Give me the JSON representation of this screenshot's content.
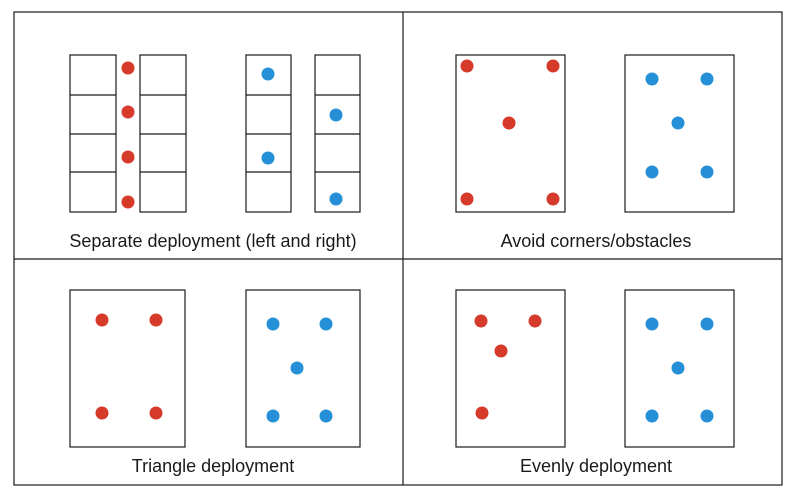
{
  "colors": {
    "bad_dot": "#d63a2a",
    "good_dot": "#2590d8",
    "line": "#1a1a1a",
    "background": "#ffffff"
  },
  "panels": [
    {
      "caption": "Separate deployment (left and right)",
      "bad_dot_count": 4,
      "good_dot_count": 4
    },
    {
      "caption": "Avoid corners/obstacles",
      "bad_dot_count": 5,
      "good_dot_count": 5
    },
    {
      "caption": "Triangle deployment",
      "bad_dot_count": 4,
      "good_dot_count": 5
    },
    {
      "caption": "Evenly deployment",
      "bad_dot_count": 4,
      "good_dot_count": 5
    }
  ]
}
